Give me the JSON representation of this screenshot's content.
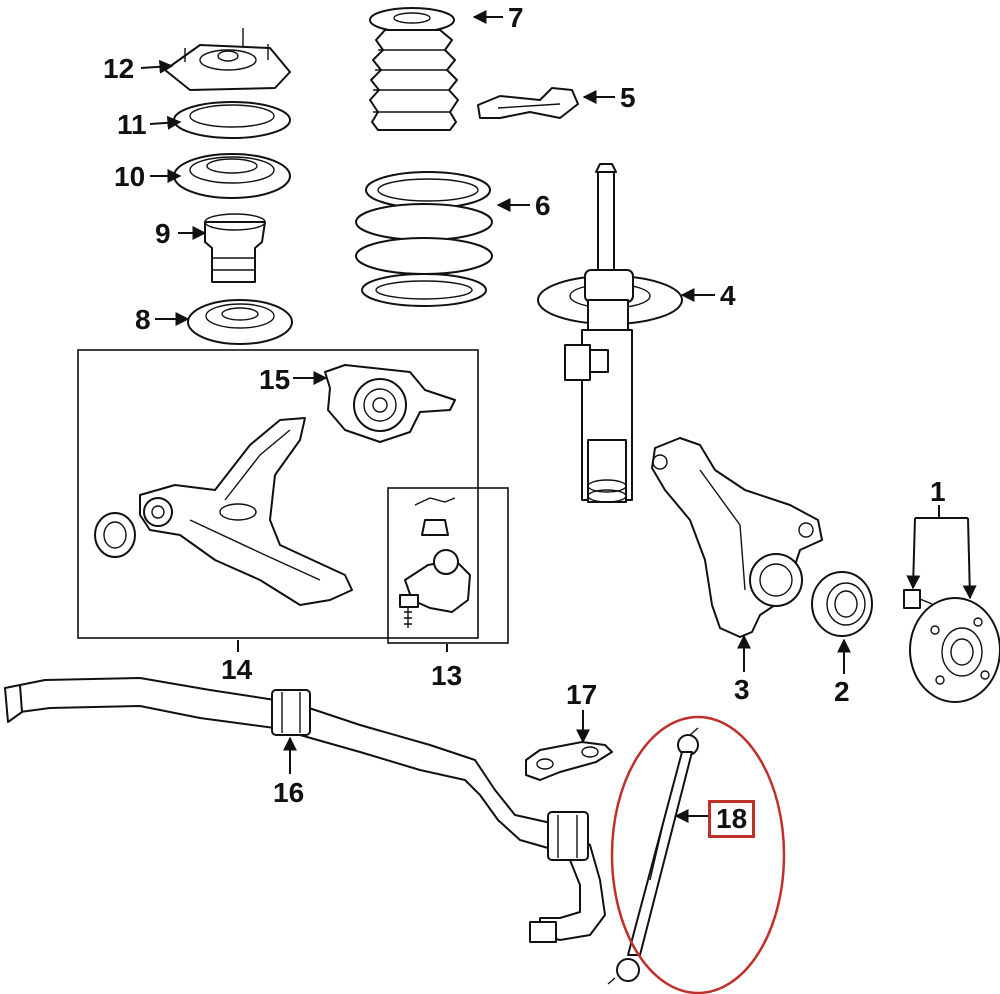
{
  "callouts": [
    {
      "id": "1",
      "label": "1"
    },
    {
      "id": "2",
      "label": "2"
    },
    {
      "id": "3",
      "label": "3"
    },
    {
      "id": "4",
      "label": "4"
    },
    {
      "id": "5",
      "label": "5"
    },
    {
      "id": "6",
      "label": "6"
    },
    {
      "id": "7",
      "label": "7"
    },
    {
      "id": "8",
      "label": "8"
    },
    {
      "id": "9",
      "label": "9"
    },
    {
      "id": "10",
      "label": "10"
    },
    {
      "id": "11",
      "label": "11"
    },
    {
      "id": "12",
      "label": "12"
    },
    {
      "id": "13",
      "label": "13"
    },
    {
      "id": "14",
      "label": "14"
    },
    {
      "id": "15",
      "label": "15"
    },
    {
      "id": "16",
      "label": "16"
    },
    {
      "id": "17",
      "label": "17"
    },
    {
      "id": "18",
      "label": "18"
    }
  ],
  "highlighted_part": "18",
  "colors": {
    "line": "#111111",
    "highlight": "#c0302a",
    "background": "#ffffff"
  }
}
